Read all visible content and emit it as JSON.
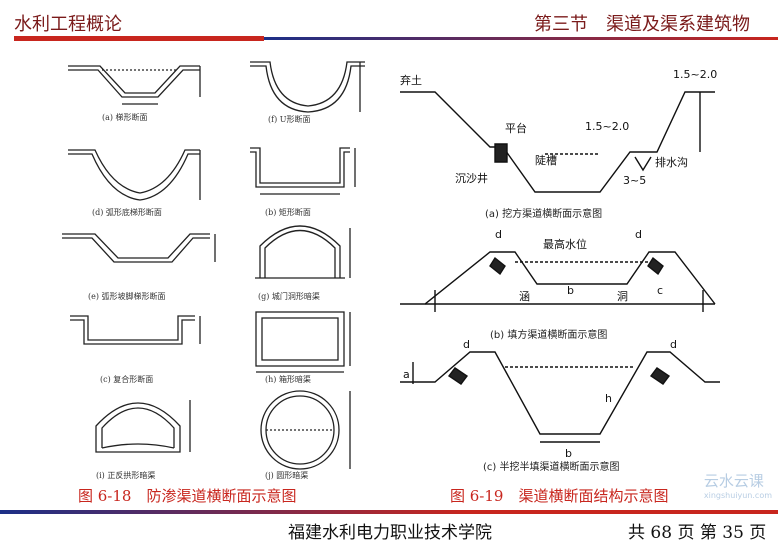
{
  "header": {
    "course_title": "水利工程概论",
    "section_title": "第三节　渠道及渠系建筑物"
  },
  "left_figures": {
    "captions": [
      "(a) 梯形断面",
      "(f) U形断面",
      "(d) 弧形底梯形断面",
      "(b) 矩形断面",
      "(e) 弧形坡脚梯形断面",
      "(g) 城门洞形暗渠",
      "(c) 复合形断面",
      "(h) 箱形暗渠",
      "(i) 正反拱形暗渠",
      "(j) 圆形暗渠"
    ],
    "figure_caption": "图 6-18　防渗渠道横断面示意图"
  },
  "right_figures": {
    "a_labels": {
      "spoil": "弃土",
      "platform": "平台",
      "slope_top": "1.5~2.0",
      "slope_mid": "1.5~2.0",
      "steep_slope": "陡槽",
      "sand_well": "沉沙井",
      "drain_ditch": "排水沟",
      "depth": "3~5",
      "caption": "(a) 挖方渠道横断面示意图"
    },
    "b_labels": {
      "max_level": "最高水位",
      "d_left": "d",
      "d_right": "d",
      "culvert_left": "涵",
      "culvert_right": "洞",
      "b": "b",
      "c": "c",
      "caption": "(b) 填方渠道横断面示意图"
    },
    "c_labels": {
      "d_left": "d",
      "d_right": "d",
      "b": "b",
      "h": "h",
      "a": "a",
      "caption": "(c) 半挖半填渠道横断面示意图"
    },
    "figure_caption": "图 6-19　渠道横断面结构示意图"
  },
  "footer": {
    "institution": "福建水利电力职业技术学院",
    "page_info": "共 68 页  第 35 页"
  },
  "watermark": {
    "text": "云水云课",
    "url_text": "xingshuiyun.com"
  }
}
